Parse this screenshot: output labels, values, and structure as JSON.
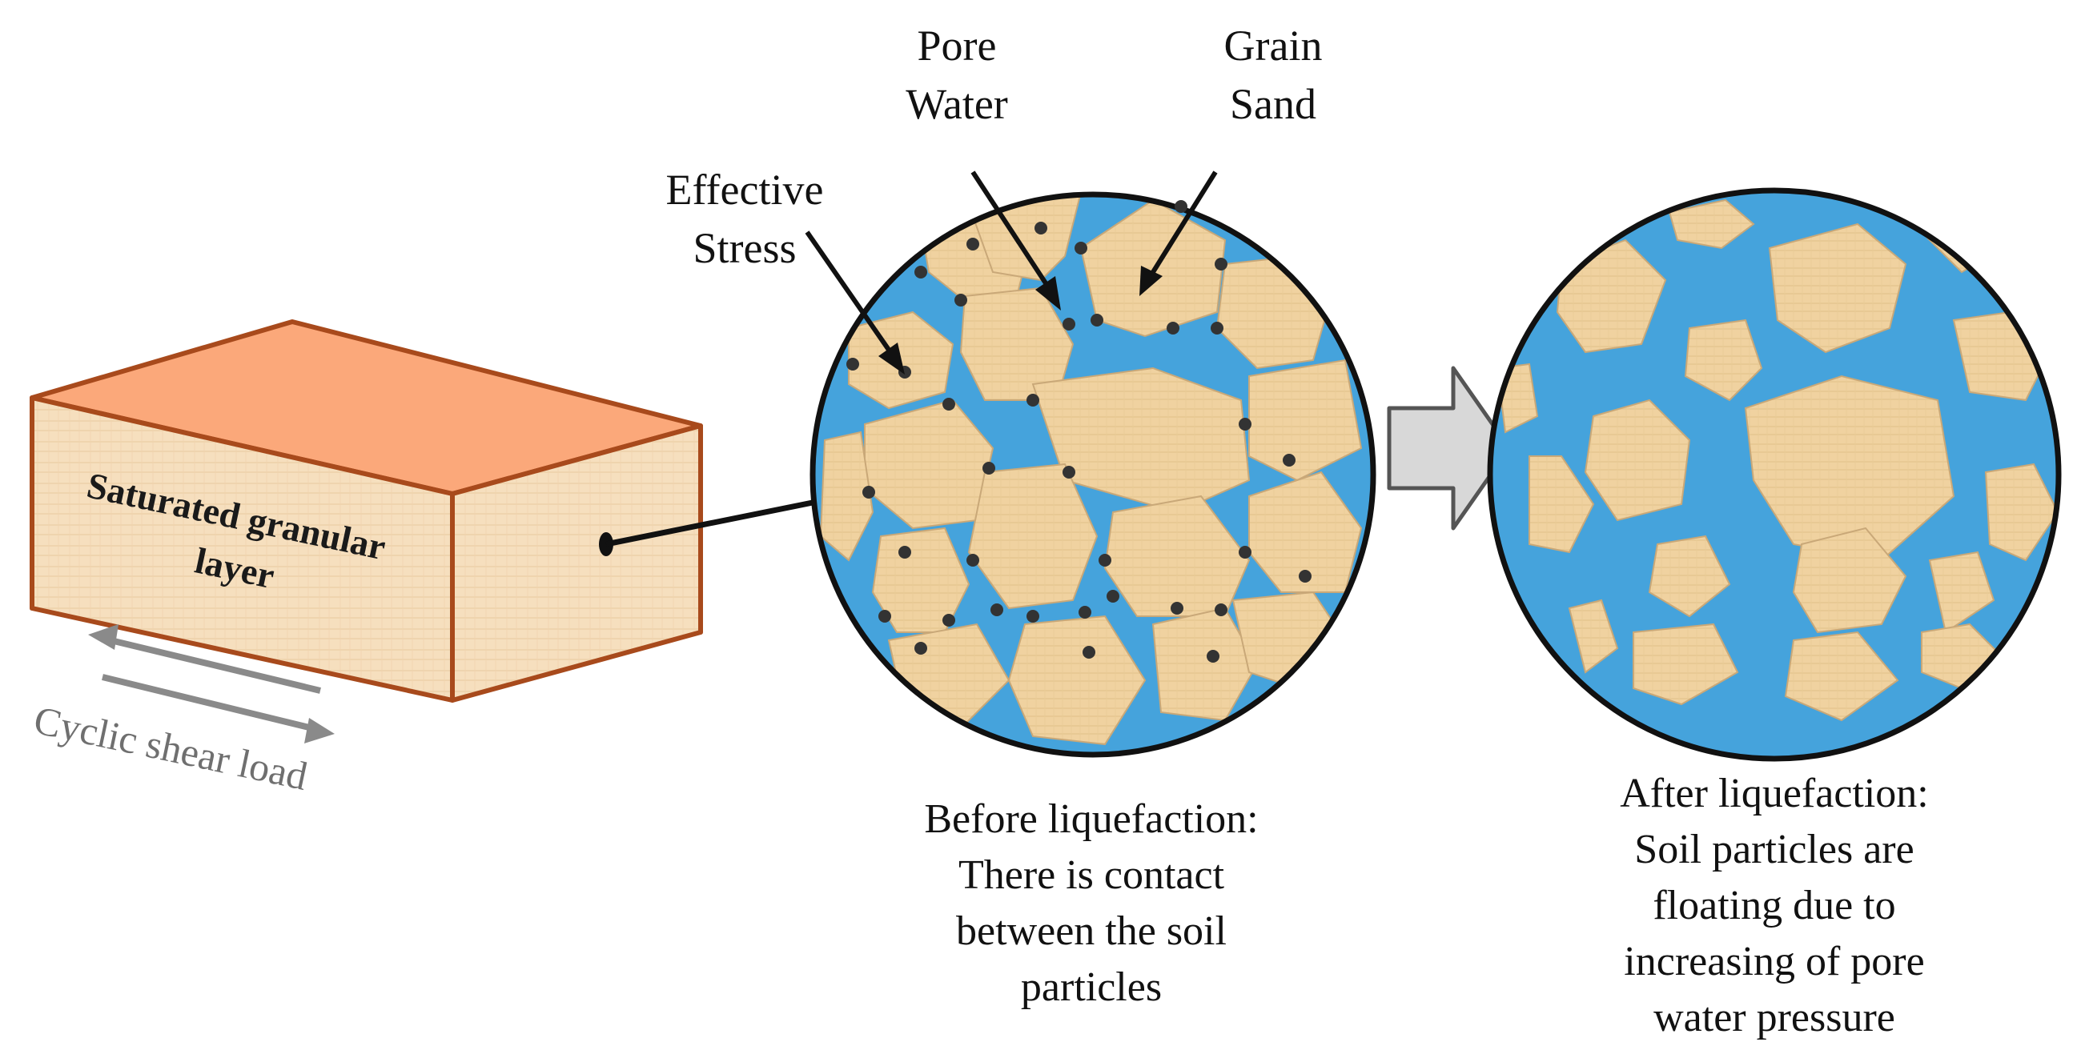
{
  "block": {
    "title_line1": "Saturated granular",
    "title_line2": "layer",
    "load_label": "Cyclic shear load"
  },
  "labels": {
    "pore_water_1": "Pore",
    "pore_water_2": "Water",
    "grain_sand_1": "Grain",
    "grain_sand_2": "Sand",
    "effective_stress_1": "Effective",
    "effective_stress_2": "Stress"
  },
  "captions": {
    "before": [
      "Before liquefaction:",
      "There is contact",
      "between the soil",
      "particles"
    ],
    "after": [
      "After liquefaction:",
      "Soil particles are",
      "floating due to",
      "increasing of pore",
      "water pressure"
    ]
  },
  "colors": {
    "water": "#45a3dc",
    "grain": "#f0d2a0",
    "grain_edge": "#c9a878",
    "block_top": "#fba87a",
    "block_face": "#f6dfbe",
    "block_edge": "#a84a1c",
    "arrow_fill": "#d8d8d8",
    "contact_dot": "#333333"
  }
}
